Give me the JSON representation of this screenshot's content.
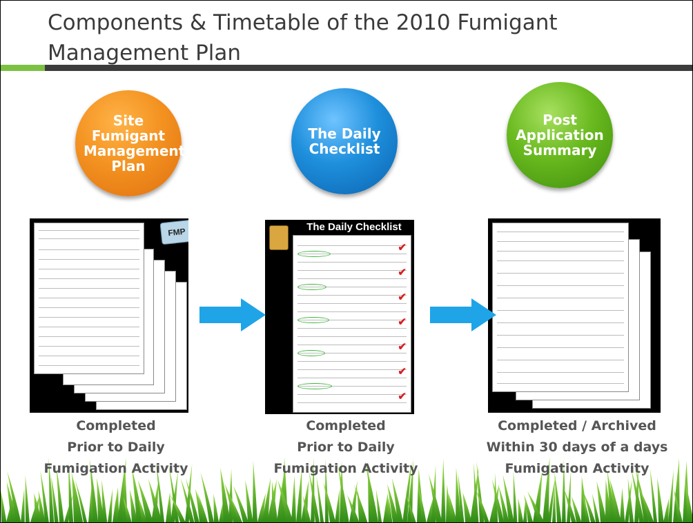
{
  "slide": {
    "title": "Components & Timetable of the 2010 Fumigant Management Plan",
    "colors": {
      "accent_green": "#7dc142",
      "rule_dark": "#3c3c3c",
      "title_text": "#3a3a3a",
      "caption_text": "#555555",
      "arrow_blue": "#1fa4e8"
    }
  },
  "stages": [
    {
      "circle_label": "Site Fumigant Management Plan",
      "circle_color": "#f39221",
      "document_badge": "FMP",
      "caption_lines": [
        "Completed",
        "Prior to Daily",
        "Fumigation Activity"
      ]
    },
    {
      "circle_label": "The Daily Checklist",
      "circle_color": "#1e8fdc",
      "document_header": "The Daily Checklist",
      "caption_lines": [
        "Completed",
        "Prior to Daily",
        "Fumigation Activity"
      ]
    },
    {
      "circle_label": "Post Application Summary",
      "circle_color": "#69b91f",
      "caption_lines": [
        "Completed / Archived",
        "Within 30 days of a days",
        "Fumigation Activity"
      ]
    }
  ],
  "icons": [
    "arrow-right-icon",
    "arrow-right-icon",
    "clipboard-icon",
    "checkmark-icon",
    "grass-decoration"
  ]
}
